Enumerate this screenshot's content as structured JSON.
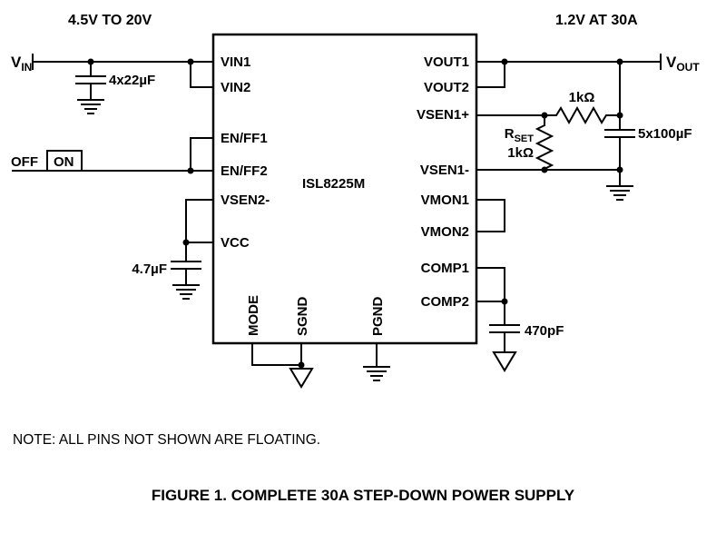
{
  "figure": {
    "note": "NOTE:  ALL PINS NOT SHOWN ARE FLOATING.",
    "caption": "FIGURE 1.  COMPLETE 30A STEP-DOWN POWER SUPPLY"
  },
  "ic": {
    "part_number": "ISL8225M",
    "left_pins": [
      "VIN1",
      "VIN2",
      "EN/FF1",
      "EN/FF2",
      "VSEN2-",
      "VCC"
    ],
    "right_pins": [
      "VOUT1",
      "VOUT2",
      "VSEN1+",
      "VSEN1-",
      "VMON1",
      "VMON2",
      "COMP1",
      "COMP2"
    ],
    "bottom_pins": [
      "MODE",
      "SGND",
      "PGND"
    ]
  },
  "input": {
    "rating": "4.5V TO 20V",
    "rail": {
      "main": "V",
      "sub": "IN"
    },
    "bulk_capacitor": "4x22µF",
    "vcc_capacitor": "4.7µF",
    "switch": {
      "off": "OFF",
      "on": "ON"
    }
  },
  "output": {
    "rating": "1.2V AT 30A",
    "rail": {
      "main": "V",
      "sub": "OUT"
    },
    "feedback_resistor": "1kΩ",
    "rset": {
      "main": "R",
      "sub": "SET",
      "value": "1kΩ"
    },
    "bulk_capacitor": "5x100µF",
    "comp_capacitor": "470pF"
  }
}
